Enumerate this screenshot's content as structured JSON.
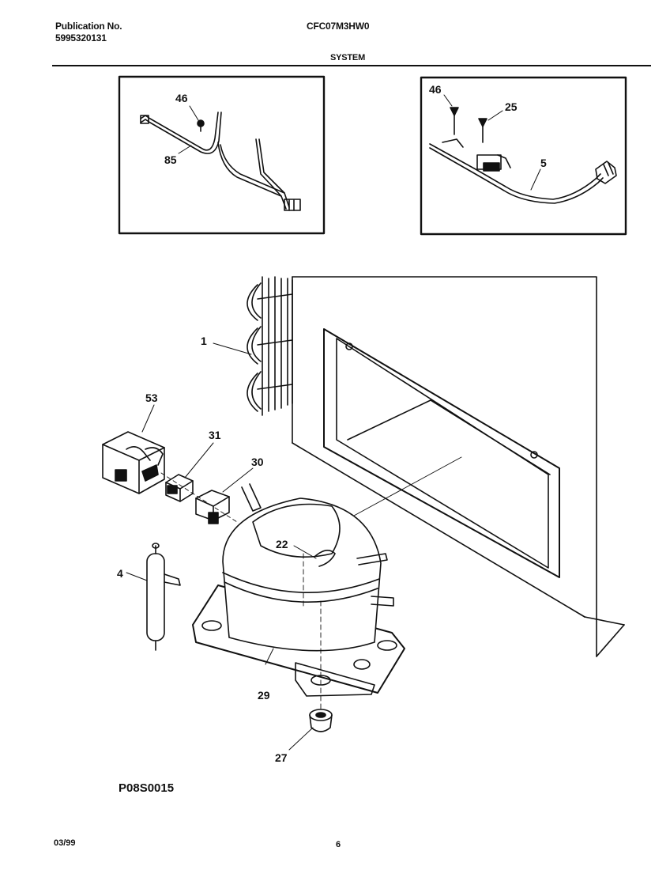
{
  "header": {
    "publication_label": "Publication No.",
    "publication_number": "5995320131",
    "model": "CFC07M3HW0",
    "section": "SYSTEM"
  },
  "callouts": {
    "inset_left_screw": "46",
    "inset_left_tube": "85",
    "inset_right_screw_a": "46",
    "inset_right_screw_b": "25",
    "inset_right_harness": "5",
    "condenser": "1",
    "relay_cover": "53",
    "overload": "31",
    "relay": "30",
    "clip": "22",
    "drier": "4",
    "compressor": "29",
    "grommet": "27"
  },
  "figure_code": "P08S0015",
  "footer": {
    "date": "03/99",
    "page": "6"
  }
}
